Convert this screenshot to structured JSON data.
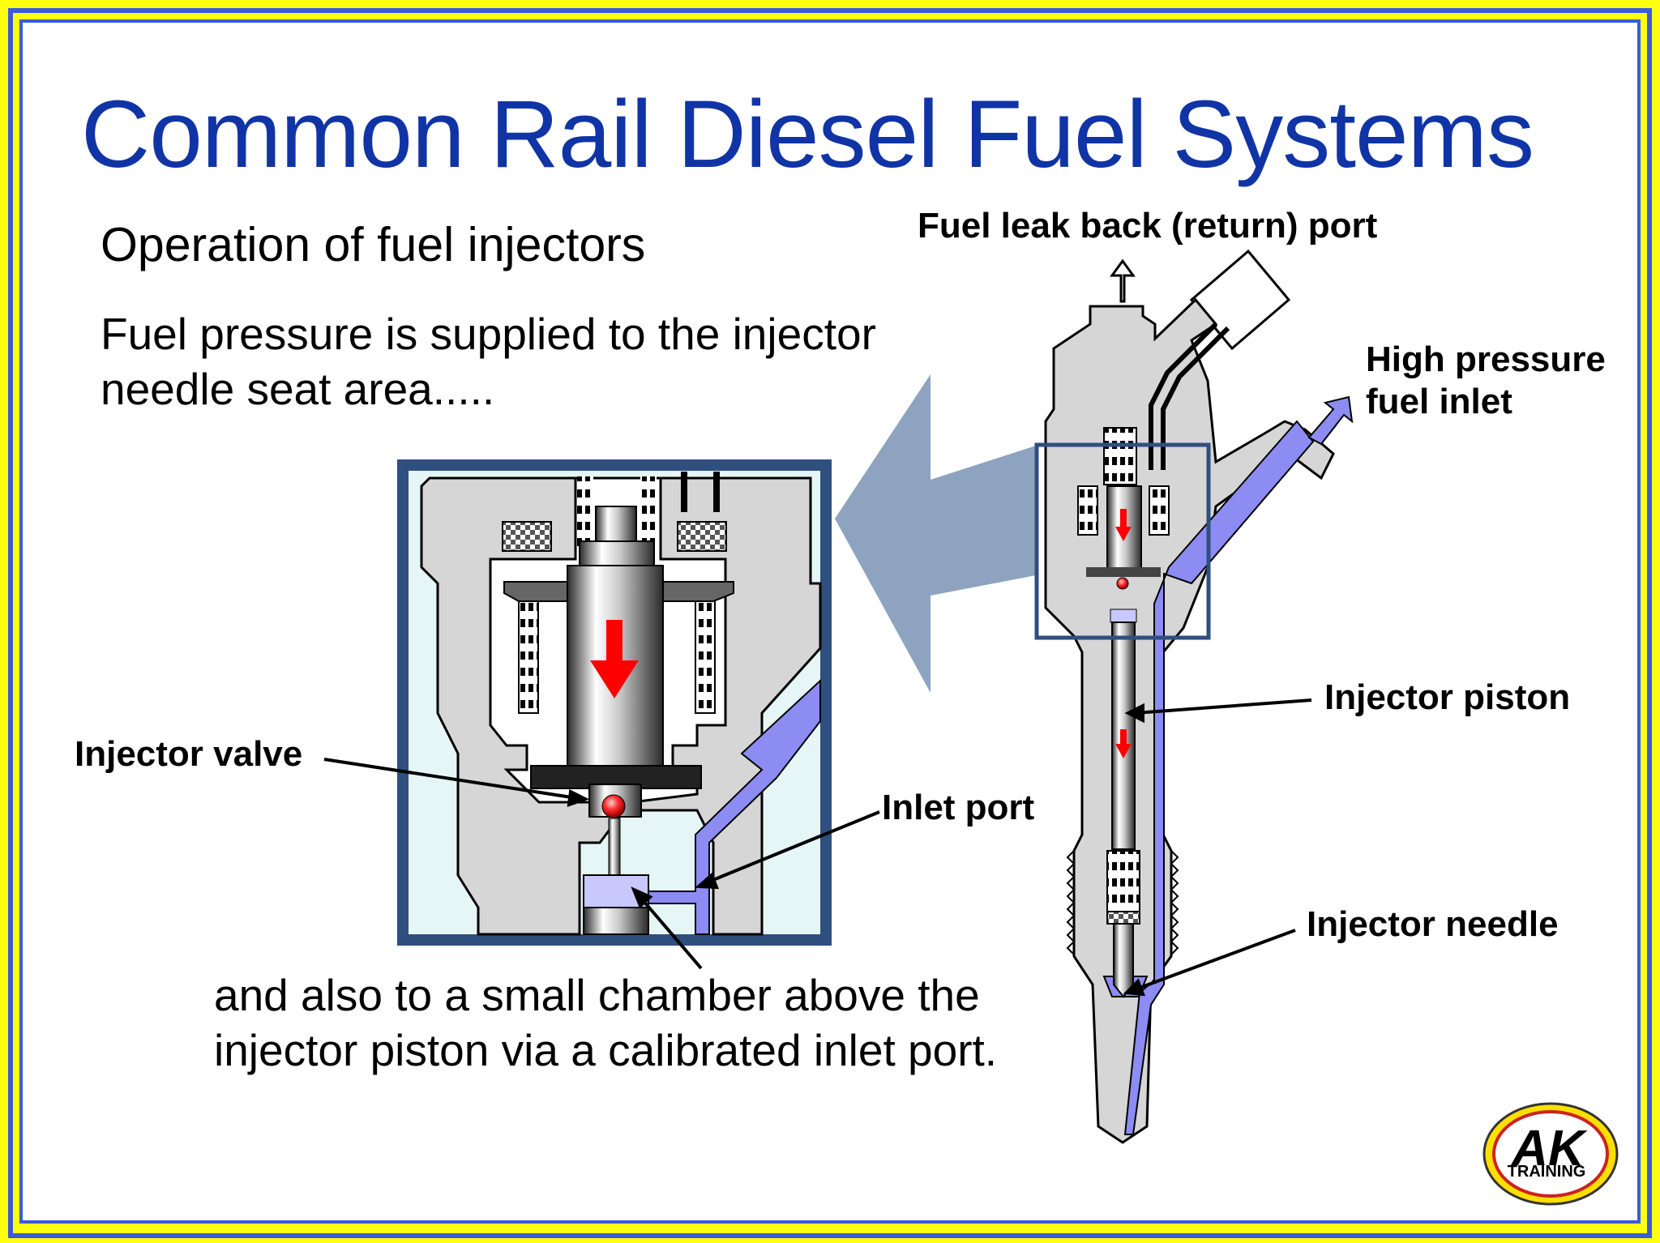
{
  "slide": {
    "title": "Common Rail Diesel Fuel Systems",
    "subtitle": "Operation of fuel injectors",
    "body_text_1": [
      "Fuel pressure is supplied to the injector",
      "needle seat area....."
    ],
    "body_text_2": [
      "and also to a small chamber above the",
      "injector piston via a calibrated inlet port."
    ]
  },
  "labels": {
    "fuel_leak_back": "Fuel leak back (return) port",
    "high_pressure_inlet": [
      "High pressure",
      "fuel inlet"
    ],
    "injector_piston": "Injector piston",
    "injector_valve": "Injector valve",
    "inlet_port": "Inlet port",
    "injector_needle": "Injector needle"
  },
  "logo": {
    "main": "AK",
    "sub": "TRAINING"
  },
  "colors": {
    "title": "#1034a6",
    "frame_yellow": "#ffff10",
    "frame_blue": "#3b5bdb",
    "fuel": "#8c8cf2",
    "body_grey": "#d6d6d6",
    "zoom_frame": "#2f4f7f",
    "arrow": "#8ea3bf",
    "flow_arrow": "#ff0000"
  }
}
